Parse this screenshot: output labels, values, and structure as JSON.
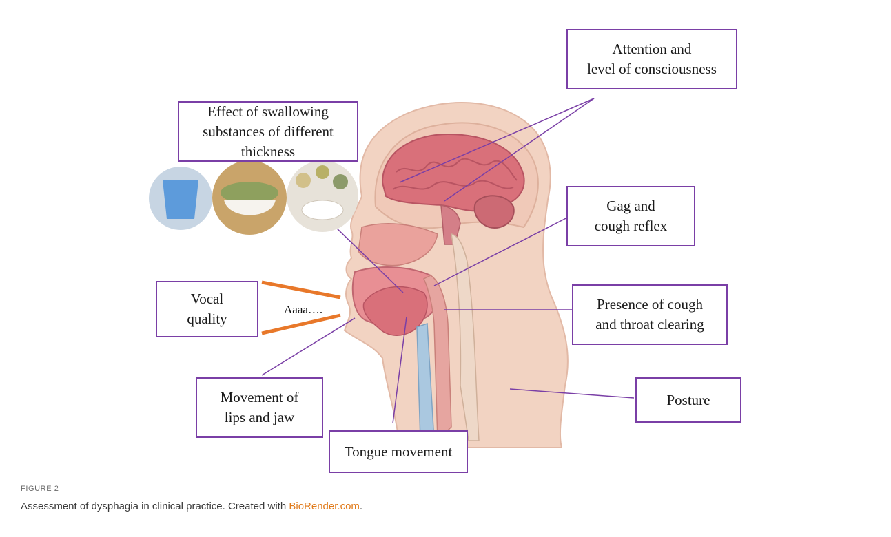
{
  "labels": {
    "attention": "Attention and\nlevel of consciousness",
    "swallowing": "Effect of swallowing\nsubstances of different\nthickness",
    "gag": "Gag and\ncough reflex",
    "vocal": "Vocal\nquality",
    "cough": "Presence of cough\nand throat clearing",
    "lips": "Movement of\nlips and jaw",
    "posture": "Posture",
    "tongue": "Tongue movement"
  },
  "speech_sound": "Aaaa….",
  "caption": {
    "figure_label": "FIGURE 2",
    "text": "Assessment of dysphagia in clinical practice. Created with ",
    "link_text": "BioRender.com",
    "end": "."
  },
  "colors": {
    "box_border": "#7a3fa6",
    "leader_line": "#7a3fa6",
    "sound_lines": "#e8782a",
    "skin": "#f2d3c2",
    "brain": "#d9707a",
    "oral_cavity": "#e88f94",
    "link": "#e07a1a"
  }
}
